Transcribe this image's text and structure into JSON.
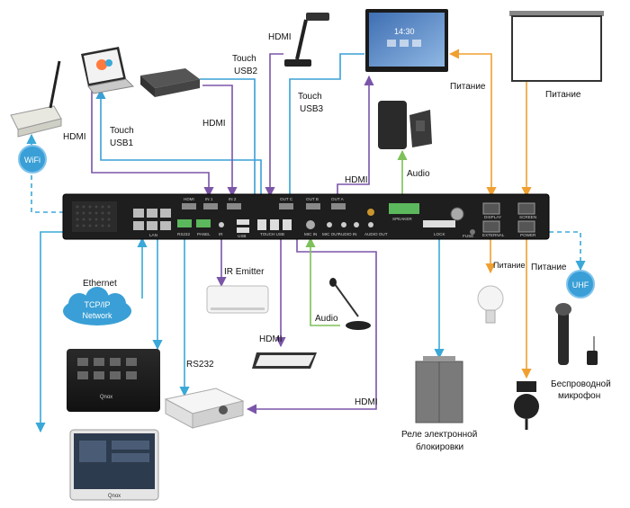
{
  "labels": {
    "hdmi_camera": "HDMI",
    "touch_usb2_a": "Touch",
    "touch_usb2_b": "USB2",
    "touch_usb3_a": "Touch",
    "touch_usb3_b": "USB3",
    "hdmi_player": "HDMI",
    "hdmi_laptop": "HDMI",
    "touch_usb1_a": "Touch",
    "touch_usb1_b": "USB1",
    "hdmi_display": "HDMI",
    "audio_speaker": "Audio",
    "power_display": "Питание",
    "power_screen": "Питание",
    "wifi": "WiFi",
    "ethernet": "Ethernet",
    "network_a": "TCP/IP",
    "network_b": "Network",
    "ir_emitter": "IR Emitter",
    "audio_mic": "Audio",
    "hdmi_monitor": "HDMI",
    "rs232": "RS232",
    "hdmi_projector": "HDMI",
    "power_lamp": "Питание",
    "power_mains": "Питание",
    "uhf": "UHF",
    "wireless_mic_a": "Беспроводной",
    "wireless_mic_b": "микрофон",
    "relay_a": "Реле электронной",
    "relay_b": "блокировки"
  },
  "device_panel": {
    "ports_top": [
      "HDMI",
      "IN 1",
      "IN 2",
      "OUT C",
      "OUT B",
      "OUT A",
      "SPEAKER"
    ],
    "ports_bottom": [
      "LAN",
      "RS232",
      "PANEL",
      "IR",
      "USB",
      "TOUCH USB",
      "MIC IN",
      "MIC OUT",
      "AUDIO IN",
      "AUDIO OUT",
      "LOCK",
      "FUSE"
    ],
    "relay_ports": [
      "DISPLAY",
      "SCREEN",
      "EXTERNAL",
      "POWER"
    ]
  },
  "display_clock": "14:30",
  "brand": "Qnox",
  "colors": {
    "purple": "#7b55a8",
    "blue": "#3a9fd6",
    "green": "#7ec05a",
    "orange": "#f0a030",
    "teal": "#3aa8d8"
  }
}
